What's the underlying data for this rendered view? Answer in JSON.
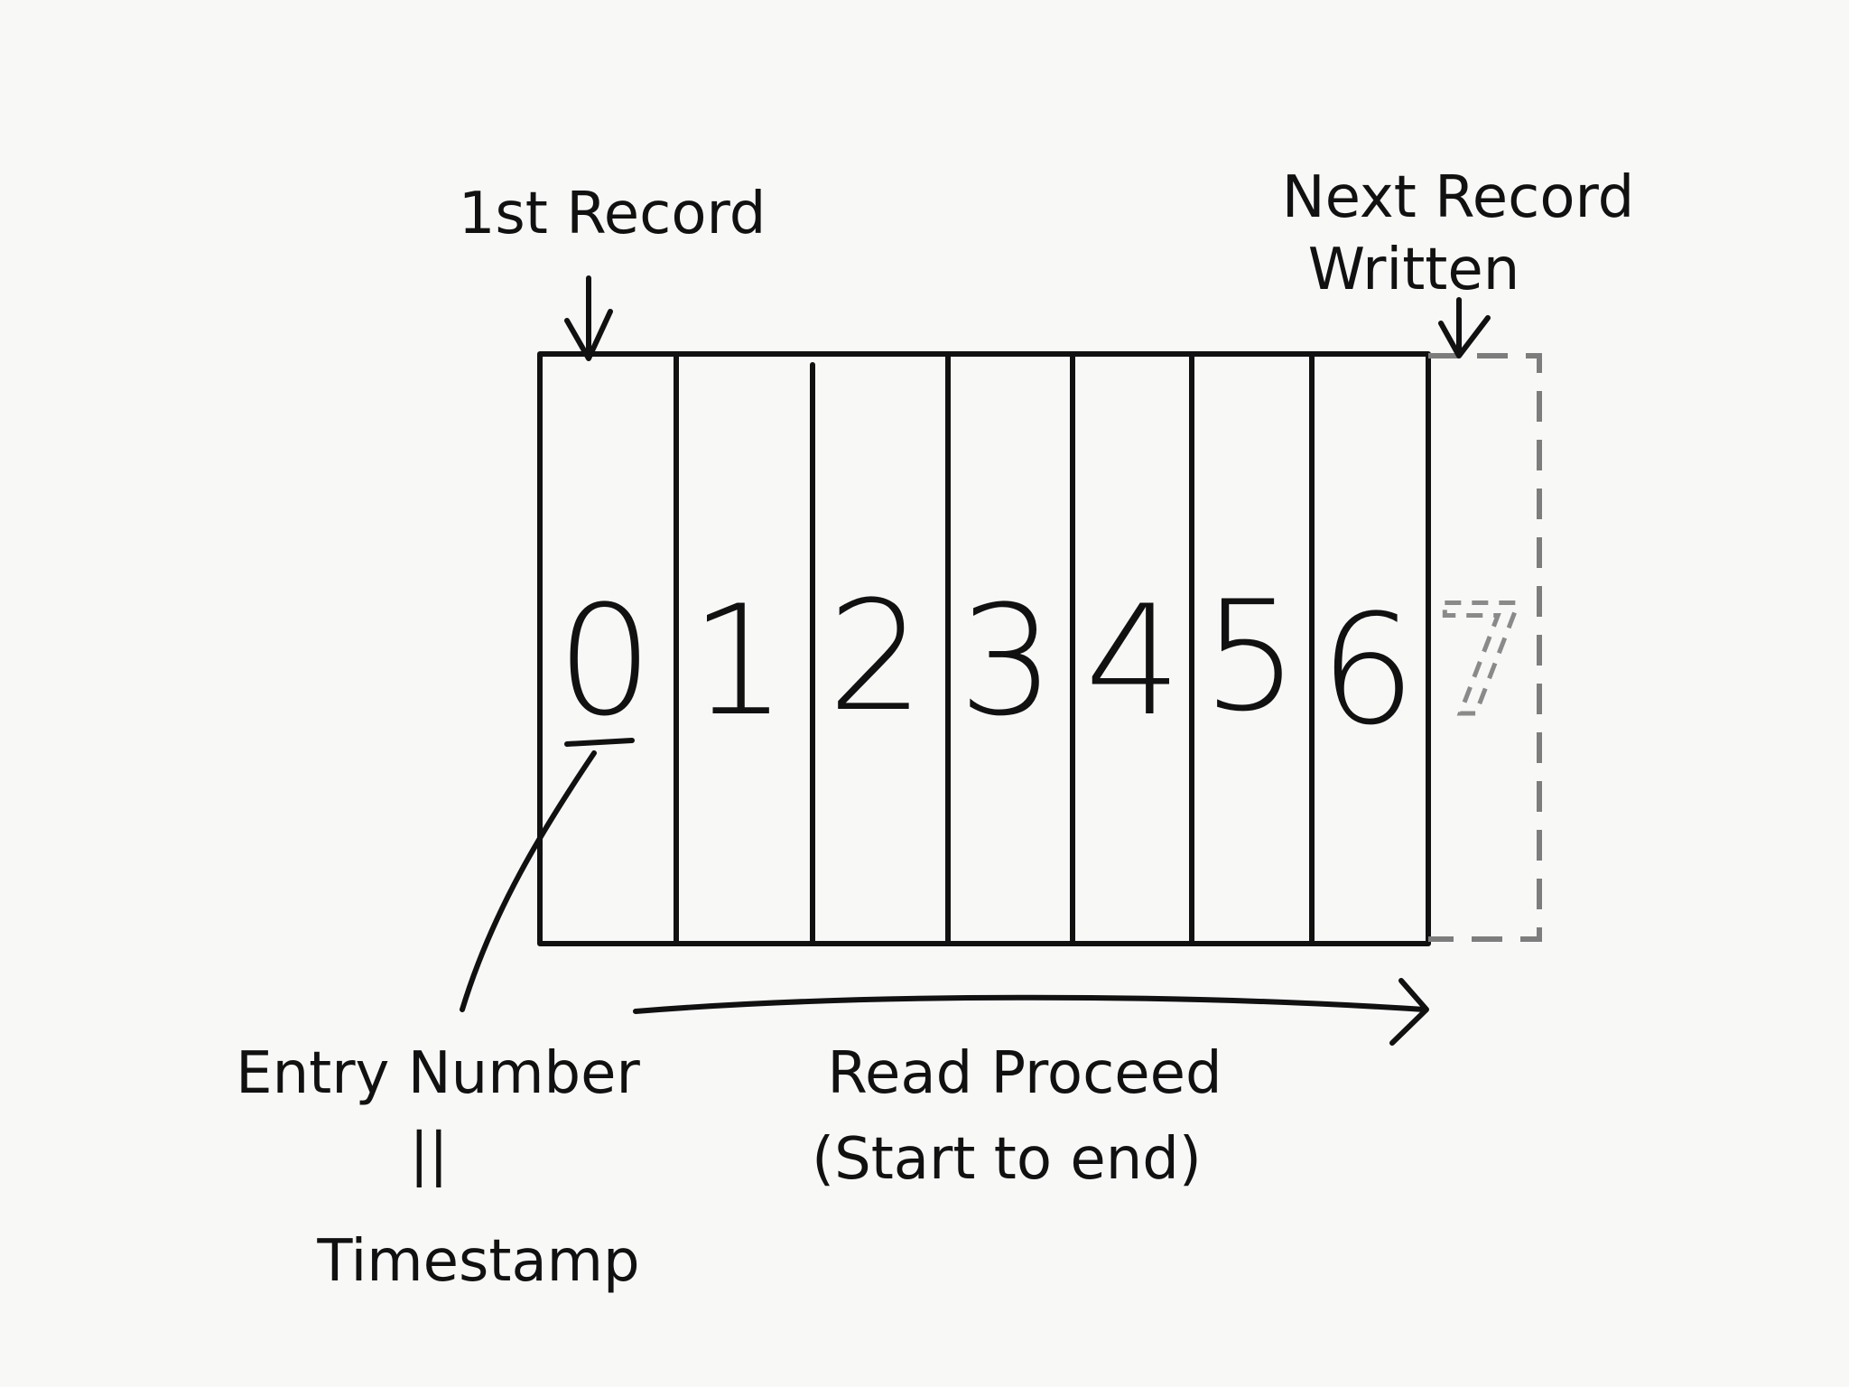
{
  "labels": {
    "first_record": "1st Record",
    "next_record_line1": "Next Record",
    "next_record_line2": "Written",
    "entry_number": "Entry Number",
    "equals_sign": "||",
    "timestamp": "Timestamp",
    "read_proceed_line1": "Read  Proceed",
    "read_proceed_line2": "(Start to end)"
  },
  "cells": [
    "0",
    "1",
    "2",
    "3",
    "4",
    "5",
    "6"
  ],
  "next_cell": "7",
  "colors": {
    "ink": "#111111",
    "dashed": "#7d7d7d",
    "paper": "#f8f8f7"
  }
}
